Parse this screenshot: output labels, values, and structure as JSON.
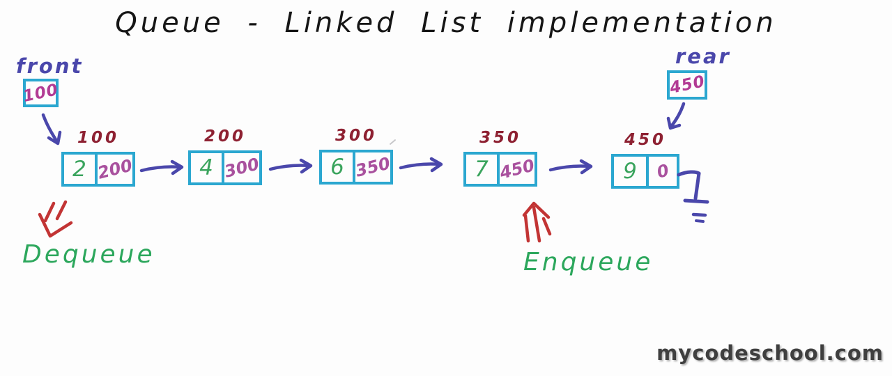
{
  "title": "Queue - Linked List implementation",
  "front": {
    "label": "front",
    "value": "100"
  },
  "rear": {
    "label": "rear",
    "value": "450"
  },
  "nodes": [
    {
      "address": "100",
      "data": "2",
      "next": "200"
    },
    {
      "address": "200",
      "data": "4",
      "next": "300"
    },
    {
      "address": "300",
      "data": "6",
      "next": "350"
    },
    {
      "address": "350",
      "data": "7",
      "next": "450"
    },
    {
      "address": "450",
      "data": "9",
      "next": "0"
    }
  ],
  "operations": {
    "dequeue": "Dequeue",
    "enqueue": "Enqueue"
  },
  "watermark": "mycodeschool.com",
  "icons": {
    "front_arrow": "blue-arrow-down-right",
    "rear_arrow": "blue-arrow-down-left",
    "next_arrow": "blue-arrow-right",
    "null_terminator": "ground-null-symbol",
    "dequeue_arrow": "red-double-arrow-down-left",
    "enqueue_arrow": "red-double-arrow-up"
  },
  "colors": {
    "background": "#fdfdfd",
    "title_text": "#161616",
    "box_border": "#2ba7d0",
    "data_text": "#3aa45d",
    "pointer_text": "#a9519e",
    "boxed_value_text": "#b23b94",
    "address_text": "#8e2132",
    "arrow_blue": "#4a47ab",
    "arrow_red": "#c23434",
    "operation_text": "#2ca75c",
    "watermark_text": "#3f3f3f"
  }
}
